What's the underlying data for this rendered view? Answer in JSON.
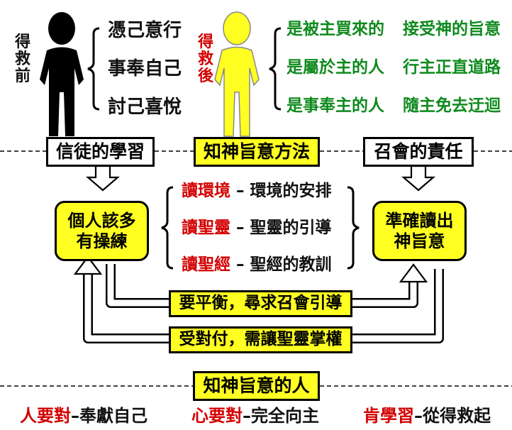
{
  "before_salvation": {
    "label": "得救前",
    "items": [
      "憑己意行",
      "事奉自己",
      "討己喜悅"
    ]
  },
  "after_salvation": {
    "label": "得救後",
    "items_col1": [
      "是被主買來的",
      "是屬於主的人",
      "是事奉主的人"
    ],
    "items_col2": [
      "接受神的旨意",
      "行主正直道路",
      "隨主免去迂迴"
    ]
  },
  "row_headers": {
    "left": "信徒的學習",
    "center": "知神旨意方法",
    "right": "召會的責任"
  },
  "left_box": "個人該多有操練",
  "right_box": "準確讀出神旨意",
  "methods": [
    {
      "key": "讀環境",
      "desc": "環境的安排"
    },
    {
      "key": "讀聖靈",
      "desc": "聖靈的引導"
    },
    {
      "key": "讀聖經",
      "desc": "聖經的教訓"
    }
  ],
  "balance_bar": "要平衡，尋求召會引導",
  "submit_bar": "受對付，需讓聖靈掌權",
  "bottom_title": "知神旨意的人",
  "bottom_items": [
    {
      "key": "人要對",
      "desc": "奉獻自己"
    },
    {
      "key": "心要對",
      "desc": "完全向主"
    },
    {
      "key": "肯學習",
      "desc": "從得救起"
    }
  ],
  "colors": {
    "yellow": "#ffff22",
    "green": "#0f8a1e",
    "red": "#d40000",
    "black": "#000000"
  },
  "icons": [
    "black-person-icon",
    "yellow-person-icon"
  ]
}
